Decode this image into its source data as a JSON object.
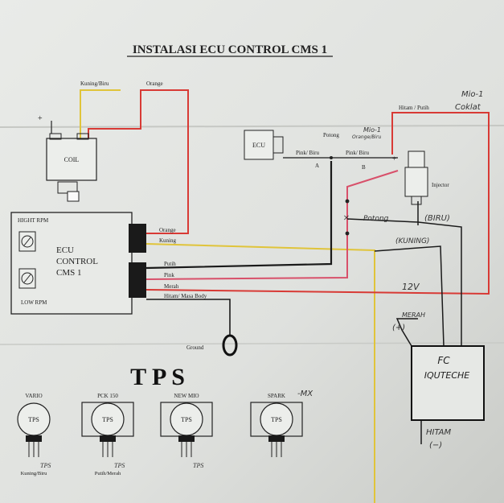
{
  "title": "INSTALASI ECU CONTROL CMS 1",
  "wire_labels": {
    "kuning_biru": "Kuning/Biru",
    "orange_top": "Orange",
    "hitam_putih": "Hitam / Putih",
    "pink_biru_1": "Pink/ Biru",
    "pink_biru_2": "Pink/ Biru",
    "potong": "Potong",
    "orange": "Orange",
    "kuning": "Kuning",
    "putih": "Putih",
    "pink": "Pink",
    "merah": "Merah",
    "hitam_masa": "Hitam/ Masa Body",
    "ground": "Ground"
  },
  "components": {
    "coil": "COIL",
    "ecu_small": "ECU",
    "injector": "Injector",
    "ecu_control": [
      "ECU",
      "CONTROL",
      "CMS 1"
    ],
    "high_rpm": "HIGHT RPM",
    "low_rpm": "LOW RPM",
    "point_a": "A",
    "point_b": "B"
  },
  "handwritten": {
    "mio_coklat_1": "Mio-1",
    "mio_coklat_2": "Coklat",
    "mio_orange_1": "Mio-1",
    "mio_orange_2": "Orange/Biru",
    "potong": "Potong",
    "biru": "(BIRU)",
    "kuning": "(KUNING)",
    "v12": "12V",
    "merah": "MERAH",
    "plus": "(+)",
    "fc_1": "FC",
    "fc_2": "IQUTECHE",
    "hitam": "HITAM",
    "minus": "(−)",
    "spark_mx": "-MX"
  },
  "tps": {
    "heading": "T P S",
    "sensors": [
      {
        "name": "VARIO",
        "label": "TPS",
        "wire": "Kuning/Biru",
        "tag": "TPS"
      },
      {
        "name": "PCK 150",
        "label": "TPS",
        "wire": "Putih/Merah",
        "tag": "TPS"
      },
      {
        "name": "NEW MIO",
        "label": "TPS",
        "wire": "",
        "tag": "TPS"
      },
      {
        "name": "SPARK",
        "label": "TPS",
        "wire": "",
        "tag": ""
      }
    ]
  },
  "colors": {
    "paper": "#e4e6e3",
    "ink": "#222222",
    "wire_red": "#d83a35",
    "wire_yellow": "#e0c43a",
    "wire_black": "#1a1a1a",
    "wire_pink": "#d8506a"
  }
}
